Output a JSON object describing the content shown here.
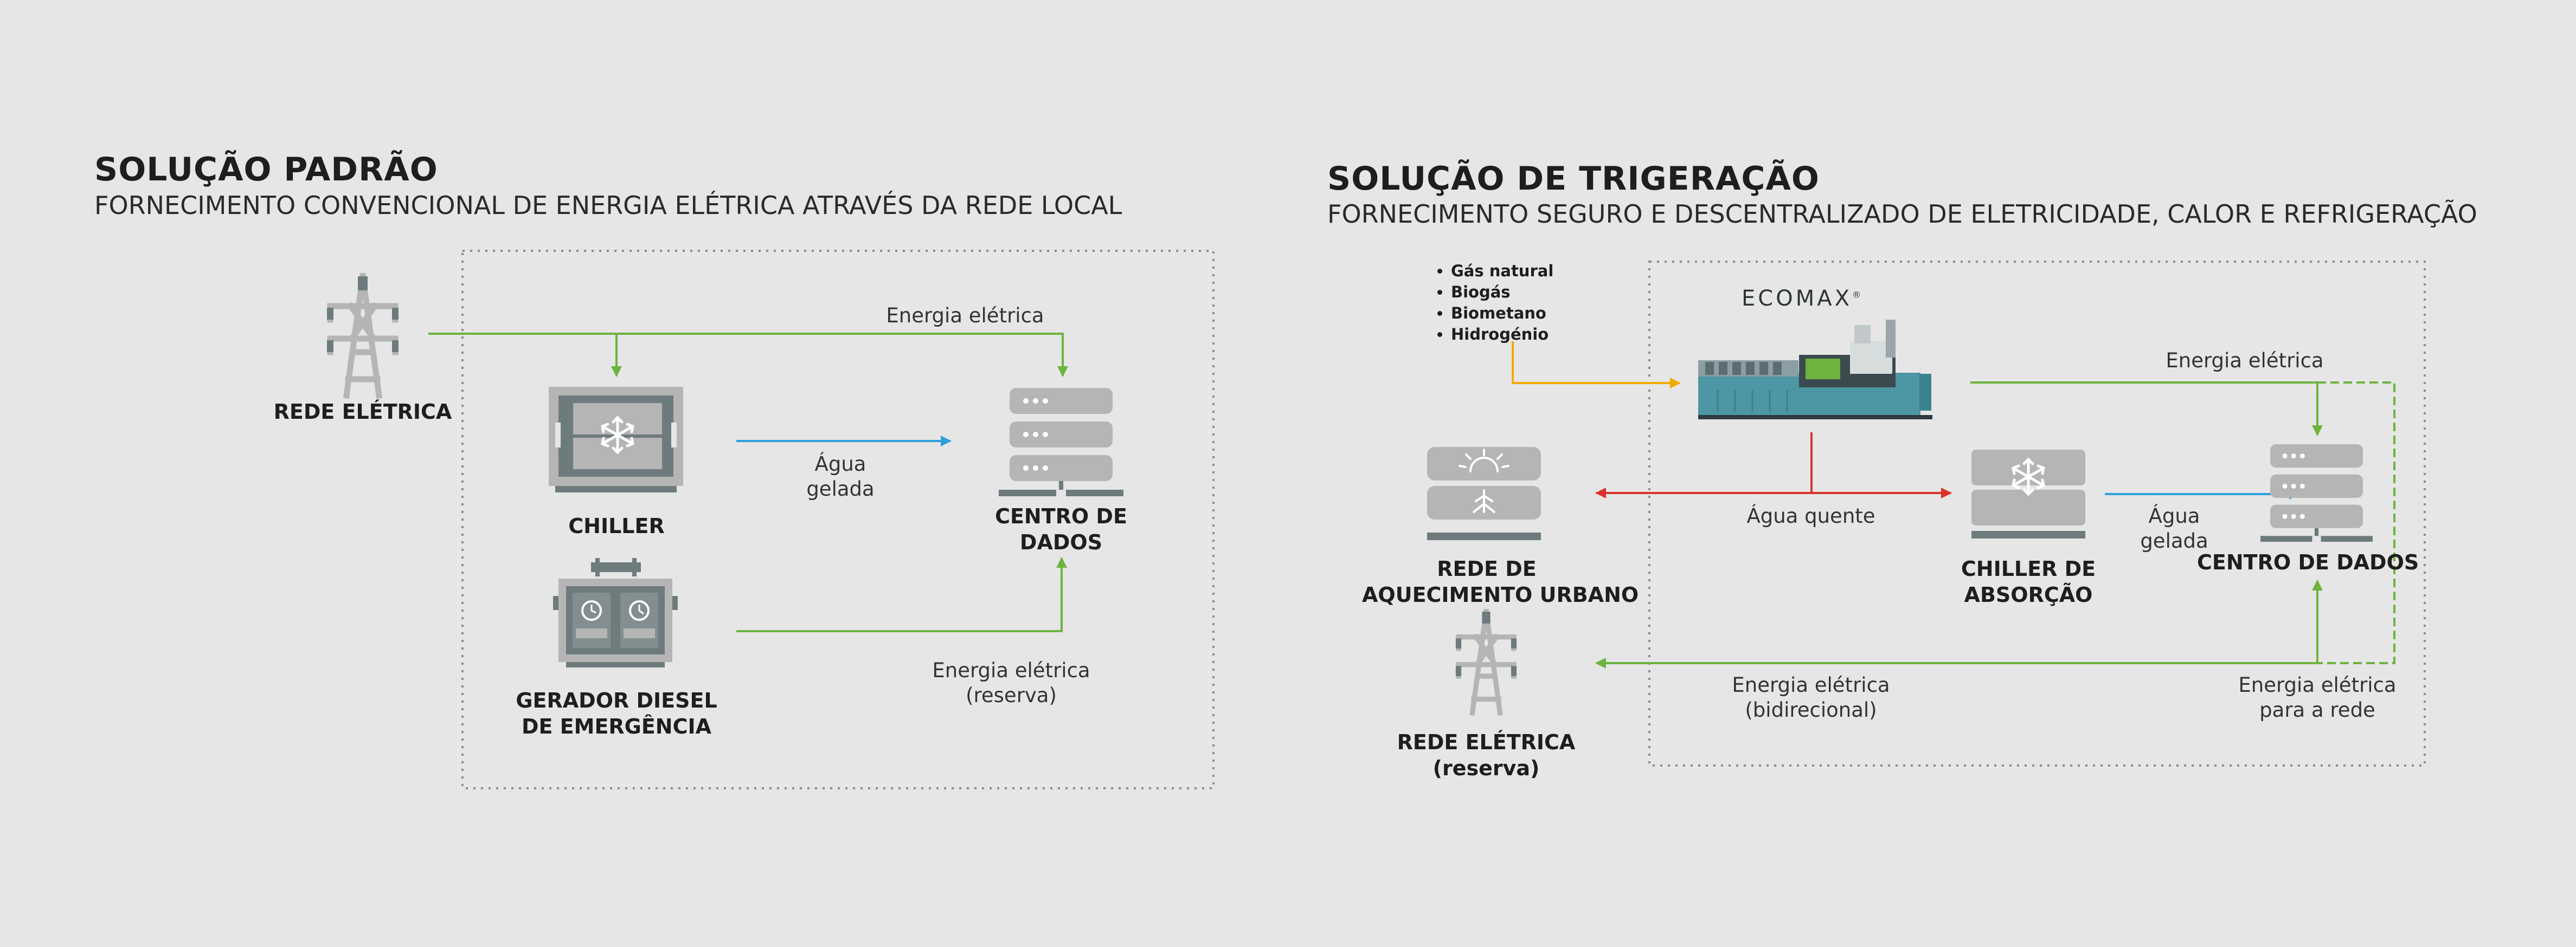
{
  "left": {
    "title": "SOLUÇÃO PADRÃO",
    "subtitle": "FORNECIMENTO CONVENCIONAL DE ENERGIA ELÉTRICA ATRAVÉS DA REDE LOCAL",
    "grid_label": "REDE ELÉTRICA",
    "chiller_label": "CHILLER",
    "generator_label_1": "GERADOR DIESEL",
    "generator_label_2": "DE EMERGÊNCIA",
    "datacenter_label_1": "CENTRO DE",
    "datacenter_label_2": "DADOS",
    "flow_power": "Energia elétrica",
    "flow_water_1": "Água",
    "flow_water_2": "gelada",
    "flow_backup_1": "Energia elétrica",
    "flow_backup_2": "(reserva)"
  },
  "right": {
    "title": "SOLUÇÃO DE TRIGERAÇÃO",
    "subtitle": "FORNECIMENTO SEGURO E DESCENTRALIZADO DE ELETRICIDADE, CALOR E REFRIGERAÇÃO",
    "fuels": [
      "Gás natural",
      "Biogás",
      "Biometano",
      "Hidrogénio"
    ],
    "logo": "ECOMAX",
    "logo_mark": "®",
    "district_label_1": "REDE DE",
    "district_label_2": "AQUECIMENTO URBANO",
    "grid_label_1": "REDE ELÉTRICA",
    "grid_label_2": "(reserva)",
    "absorption_label_1": "CHILLER DE",
    "absorption_label_2": "ABSORÇÃO",
    "datacenter_label": "CENTRO DE DADOS",
    "flow_power": "Energia elétrica",
    "flow_hot": "Água quente",
    "flow_water_1": "Água",
    "flow_water_2": "gelada",
    "flow_bidir_1": "Energia elétrica",
    "flow_bidir_2": "(bidirecional)",
    "flow_export_1": "Energia elétrica",
    "flow_export_2": "para a rede"
  },
  "colors": {
    "background": "#e6e6e6",
    "electric": "#6db33f",
    "chilled_water": "#2e9fdb",
    "hot_water": "#d9342b",
    "fuel": "#f2a900",
    "icon_gray": "#b5b5b5",
    "icon_dark": "#6e7b7d",
    "engine_teal": "#4d96a3"
  },
  "icons": [
    "pylon-icon",
    "chiller-icon",
    "diesel-generator-icon",
    "server-rack-icon",
    "sun-heat-icon",
    "engine-icon"
  ]
}
